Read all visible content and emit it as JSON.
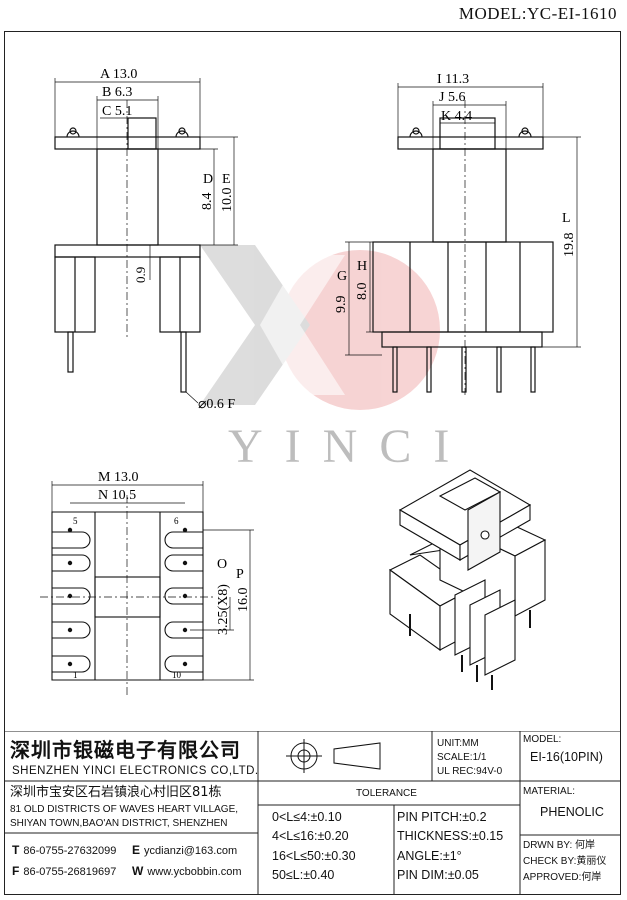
{
  "header": {
    "model": "MODEL:YC-EI-1610"
  },
  "watermark": {
    "text": "YINCI"
  },
  "dims": {
    "a": "A 13.0",
    "b": "B 6.3",
    "c": "C 5.1",
    "d": "D",
    "d_val": "8.4",
    "e": "E",
    "e_val": "10.0",
    "v09": "0.9",
    "f": "⌀0.6 F",
    "i": "I 11.3",
    "j": "J 5.6",
    "k": "K 4.4",
    "l": "L",
    "l_val": "19.8",
    "g": "G",
    "g_val": "9.9",
    "h": "H",
    "h_val": "8.0",
    "m": "M 13.0",
    "n": "N 10.5",
    "o": "O",
    "o_val": "3.25(X8)",
    "p": "P",
    "p_val": "16.0",
    "pin5": "5",
    "pin6": "6",
    "pin1": "1",
    "pin10": "10"
  },
  "title_block": {
    "company_cn": "深圳市银磁电子有限公司",
    "company_en": "SHENZHEN YINCI ELECTRONICS CO,LTD.",
    "address_cn": "深圳市宝安区石岩镇浪心村旧区81栋",
    "address_en_1": "81 OLD DISTRICTS OF WAVES HEART VILLAGE,",
    "address_en_2": "SHIYAN TOWN,BAO'AN DISTRICT, SHENZHEN",
    "tel_label": "T",
    "tel": "86-0755-27632099",
    "email_label": "E",
    "email": "ycdianzi@163.com",
    "fax_label": "F",
    "fax": "86-0755-26819697",
    "web_label": "W",
    "web": "www.ycbobbin.com",
    "unit": "UNIT:MM",
    "scale": "SCALE:1/1",
    "ul": "UL REC:94V-0",
    "model_label": "MODEL:",
    "model_value": "EI-16(10PIN)",
    "tolerance_label": "TOLERANCE",
    "tol": [
      "0<L≤4:±0.10",
      "4<L≤16:±0.20",
      "16<L≤50:±0.30",
      "50≤L:±0.40"
    ],
    "tol2": [
      "PIN PITCH:±0.2",
      "THICKNESS:±0.15",
      "ANGLE:±1°",
      "PIN DIM:±0.05"
    ],
    "material_label": "MATERIAL:",
    "material_value": "PHENOLIC",
    "drawn": "DRWN BY: 何岸",
    "check": "CHECK BY:黄丽仪",
    "approved": "APPROVED:何岸"
  }
}
